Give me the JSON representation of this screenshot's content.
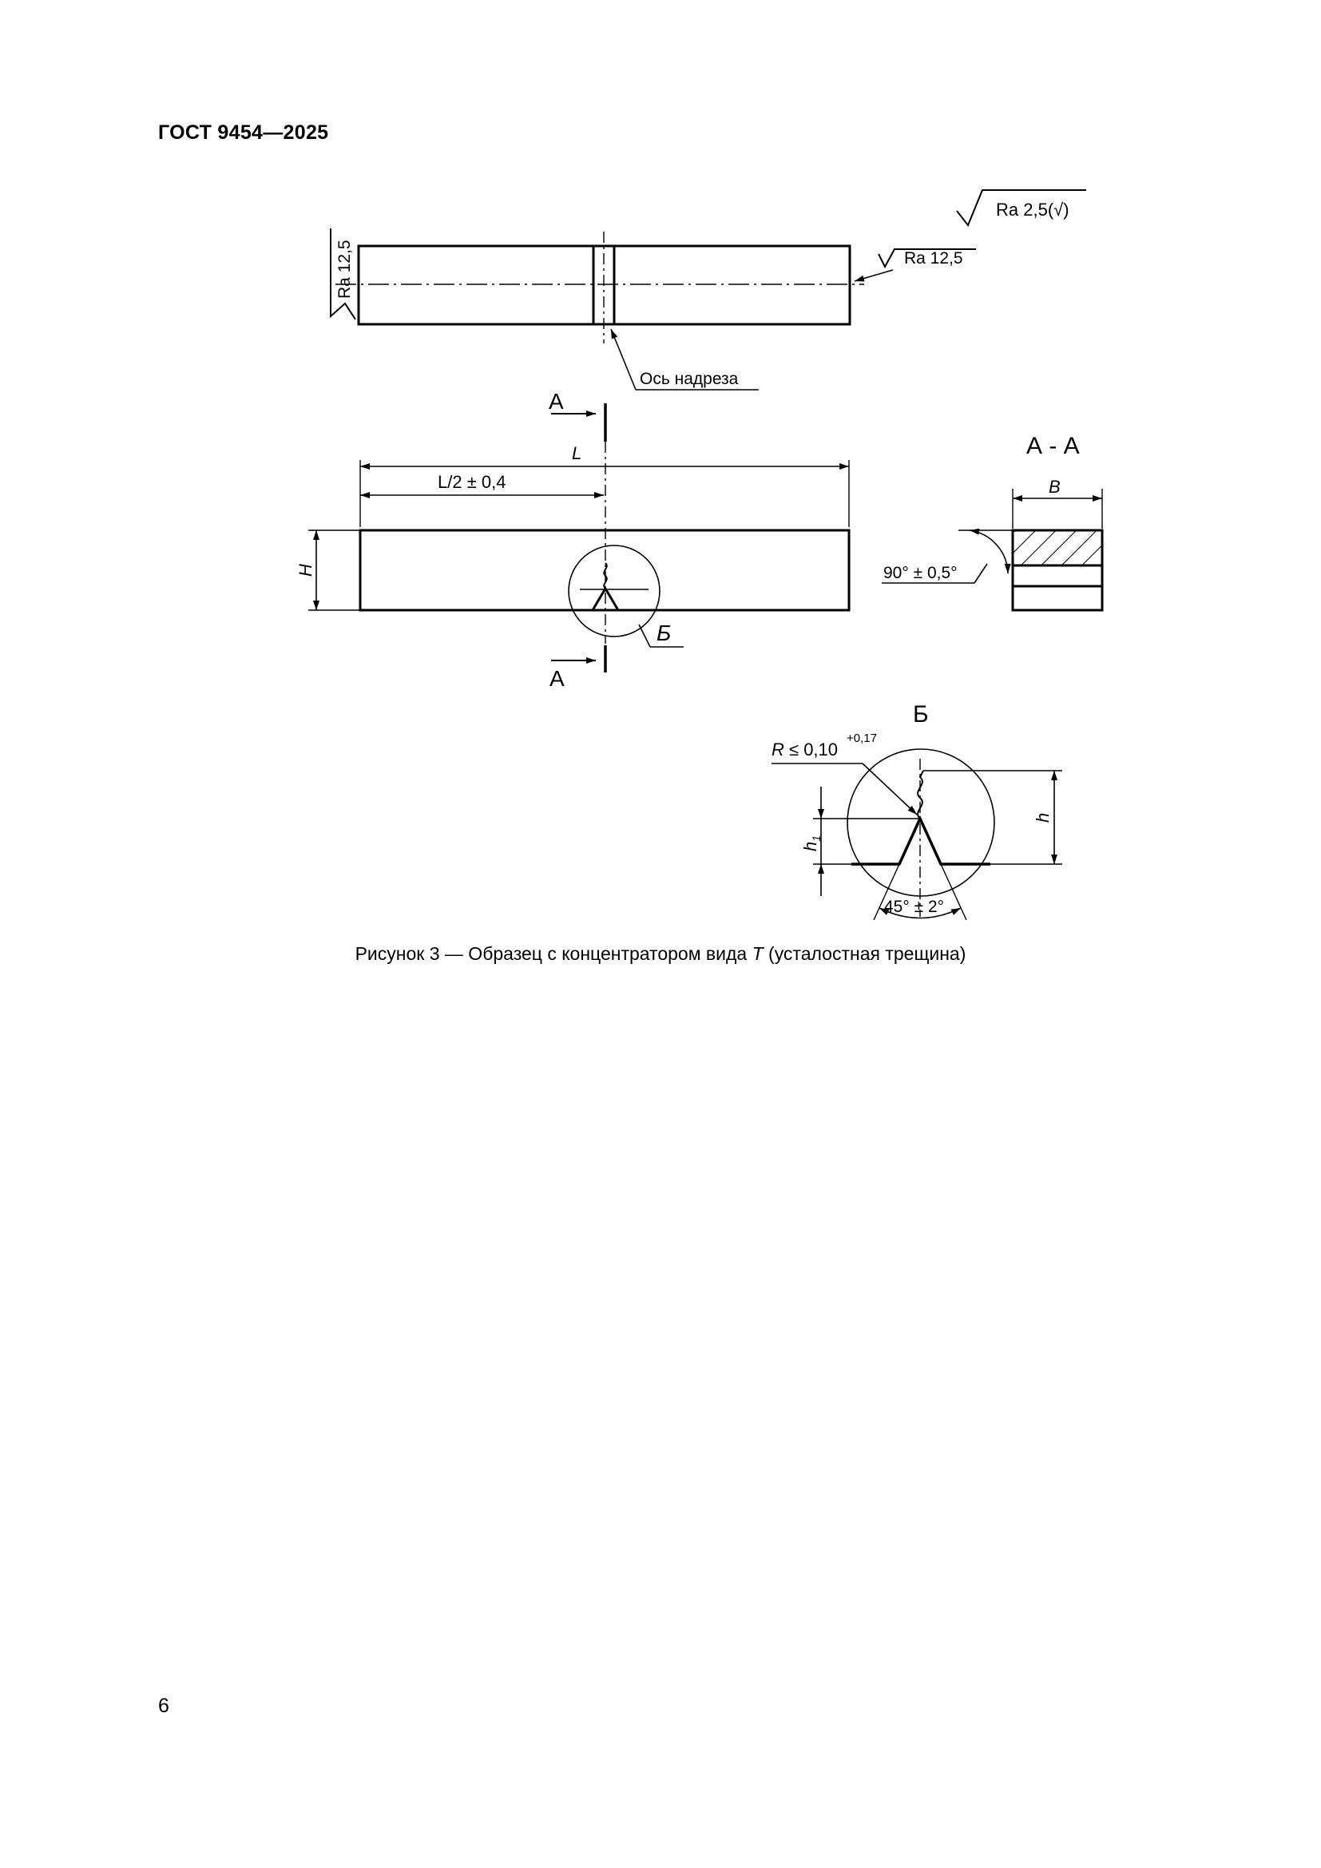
{
  "header": {
    "doc_id": "ГОСТ 9454—2025"
  },
  "figure": {
    "roughness_general": "Ra 2,5(√)",
    "roughness_side": "Ra 12,5",
    "roughness_end": "Ra 12,5",
    "notch_axis_label": "Ось надреза",
    "section_mark_top": "А",
    "section_mark_bottom": "А",
    "section_title": "А - А",
    "dim_length": "L",
    "dim_half_length": "L/2 ± 0,4",
    "dim_height": "H",
    "dim_width": "B",
    "angle_side": "90° ± 0,5°",
    "detail_mark": "Б",
    "detail_title": "Б",
    "radius_label": "R ≤ 0,10",
    "radius_tolerance": "+0,17",
    "dim_h1": "h1",
    "dim_h": "h",
    "angle_notch": "45° ± 2°"
  },
  "caption": {
    "prefix": "Рисунок 3 — Образец с концентратором вида ",
    "italic": "T",
    "suffix": " (усталостная трещина)"
  },
  "page_number": "6"
}
